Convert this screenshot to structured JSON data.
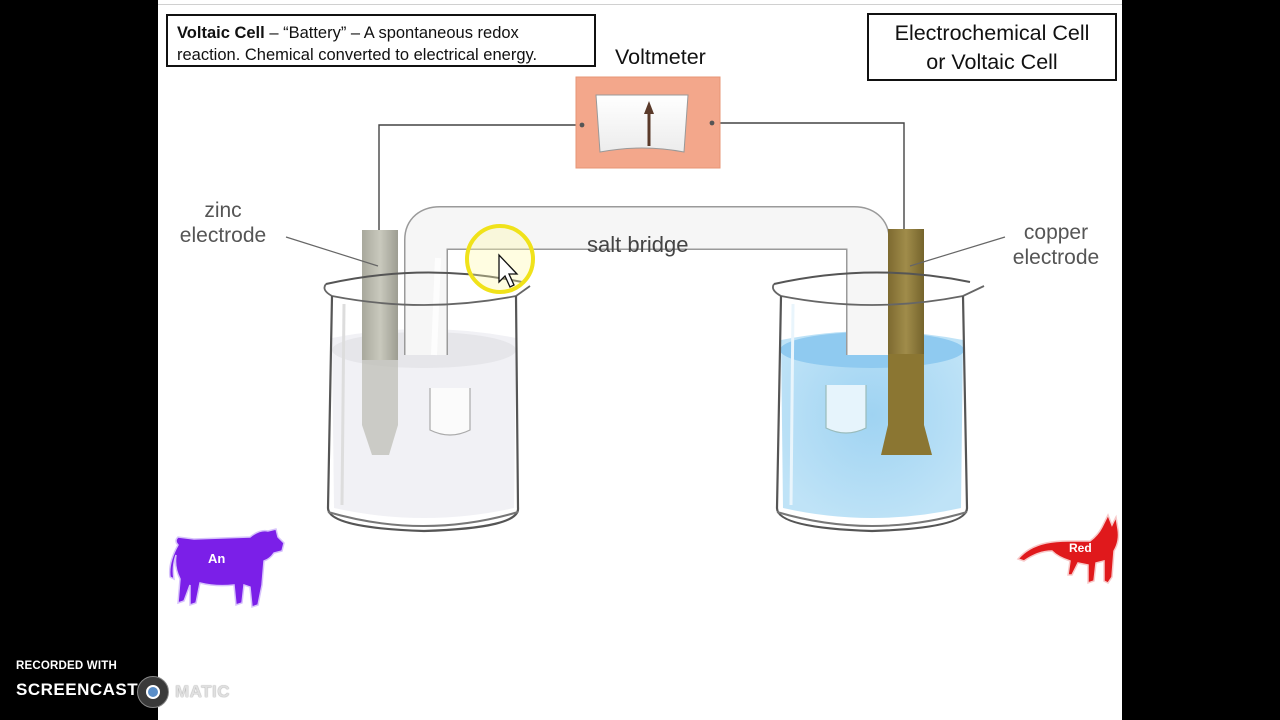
{
  "definition_box": {
    "title": "Voltaic Cell",
    "text_line1": " – “Battery” – A spontaneous redox",
    "text_line2": "reaction. Chemical converted to electrical energy."
  },
  "cell_box": {
    "line1": "Electrochemical Cell",
    "line2": "or Voltaic Cell"
  },
  "labels": {
    "voltmeter": "Voltmeter",
    "salt_bridge": "salt bridge",
    "zinc_line1": "zinc",
    "zinc_line2": "electrode",
    "copper_line1": "copper",
    "copper_line2": "electrode"
  },
  "mascots": {
    "anode_cow": "An",
    "reduction_cat": "Red"
  },
  "watermark": {
    "line1": "RECORDED WITH",
    "line2": "SCREENCAST",
    "line3": "MATIC"
  },
  "colors": {
    "cow": "#7b1fe8",
    "cat": "#e0191c",
    "copper_solution": "#8ec8ee",
    "voltmeter_housing": "#f4a98c",
    "zinc_electrode": "#b9b9ad",
    "copper_electrode": "#8b7a3c",
    "cursor_highlight": "#f0e21a"
  },
  "icons": [
    "cow-icon",
    "cat-icon",
    "cursor-icon",
    "screencast-logo-icon"
  ]
}
